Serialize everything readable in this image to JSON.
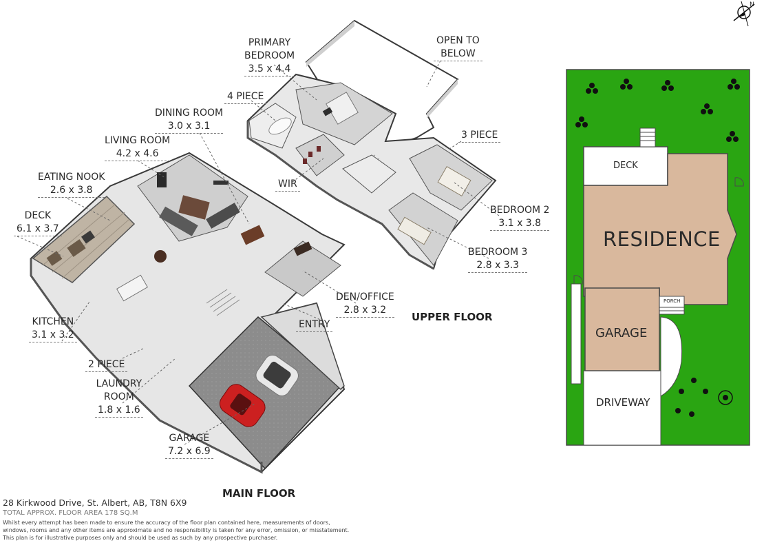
{
  "main_floor": {
    "title": "MAIN FLOOR",
    "rooms": [
      {
        "id": "deck",
        "name": "DECK",
        "dims": "6.1 x 3.7"
      },
      {
        "id": "eating_nook",
        "name": "EATING NOOK",
        "dims": "2.6 x 3.8"
      },
      {
        "id": "living_room",
        "name": "LIVING ROOM",
        "dims": "4.2 x 4.6"
      },
      {
        "id": "dining_room",
        "name": "DINING ROOM",
        "dims": "3.0 x 3.1"
      },
      {
        "id": "kitchen",
        "name": "KITCHEN",
        "dims": "3.1 x 3.2"
      },
      {
        "id": "two_piece",
        "name": "2 PIECE",
        "dims": ""
      },
      {
        "id": "laundry",
        "name": "LAUNDRY\nROOM",
        "dims": "1.8 x 1.6"
      },
      {
        "id": "garage",
        "name": "GARAGE",
        "dims": "7.2 x 6.9"
      },
      {
        "id": "den_office",
        "name": "DEN/OFFICE",
        "dims": "2.8 x 3.2"
      },
      {
        "id": "entry",
        "name": "ENTRY",
        "dims": ""
      }
    ]
  },
  "upper_floor": {
    "title": "UPPER FLOOR",
    "rooms": [
      {
        "id": "primary_bedroom",
        "name": "PRIMARY\nBEDROOM",
        "dims": "3.5 x 4.4"
      },
      {
        "id": "open_to_below",
        "name": "OPEN TO\nBELOW",
        "dims": ""
      },
      {
        "id": "four_piece",
        "name": "4 PIECE",
        "dims": ""
      },
      {
        "id": "three_piece",
        "name": "3 PIECE",
        "dims": ""
      },
      {
        "id": "wir",
        "name": "WIR",
        "dims": ""
      },
      {
        "id": "bedroom_2",
        "name": "BEDROOM 2",
        "dims": "3.1 x 3.8"
      },
      {
        "id": "bedroom_3",
        "name": "BEDROOM 3",
        "dims": "2.8 x 3.3"
      }
    ]
  },
  "site_plan": {
    "deck": "DECK",
    "residence": "RESIDENCE",
    "garage": "GARAGE",
    "porch": "PORCH",
    "driveway": "DRIVEWAY",
    "compass": "N",
    "colors": {
      "lawn": "#2aa512",
      "building": "#d9b89d",
      "outline": "#4a4a4a",
      "paving": "#ffffff"
    }
  },
  "footer": {
    "address": "28 Kirkwood Drive, St. Albert, AB, T8N 6X9",
    "area": "TOTAL APPROX. FLOOR AREA 178 SQ.M",
    "disclaimer_1": "Whilst every attempt has been made to ensure the accuracy of the floor plan contained here, measurements of doors,",
    "disclaimer_2": "windows, rooms and any other items are approximate and no responsibility is taken for any error, omission, or misstatement.",
    "disclaimer_3": "This plan is for illustrative purposes only and should be used as such by any prospective purchaser."
  }
}
